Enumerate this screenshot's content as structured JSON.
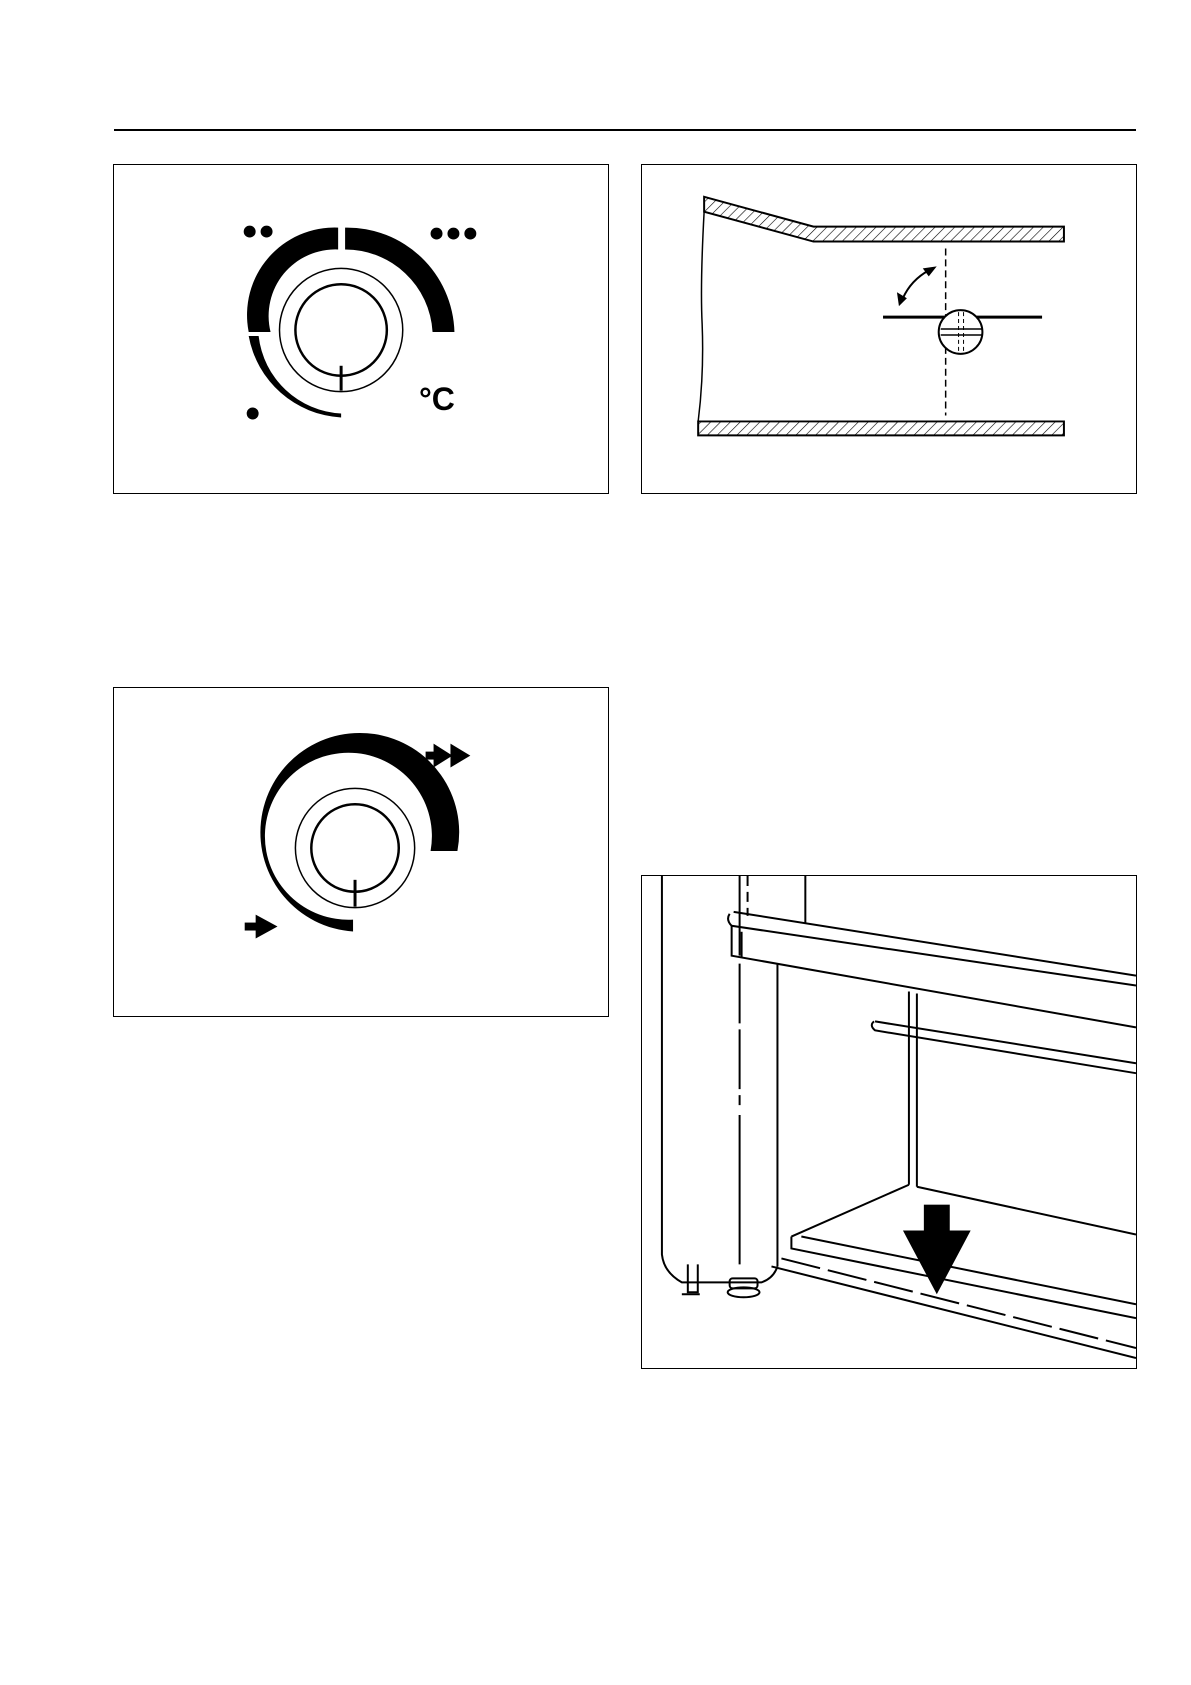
{
  "figures": {
    "thermostat_knob": {
      "unit_label": "°C",
      "levels": [
        "•",
        "••",
        "•••"
      ]
    },
    "flue_damper": {},
    "fan_speed_knob": {
      "levels": [
        "slow",
        "fast"
      ]
    },
    "oven_base_installation": {}
  }
}
